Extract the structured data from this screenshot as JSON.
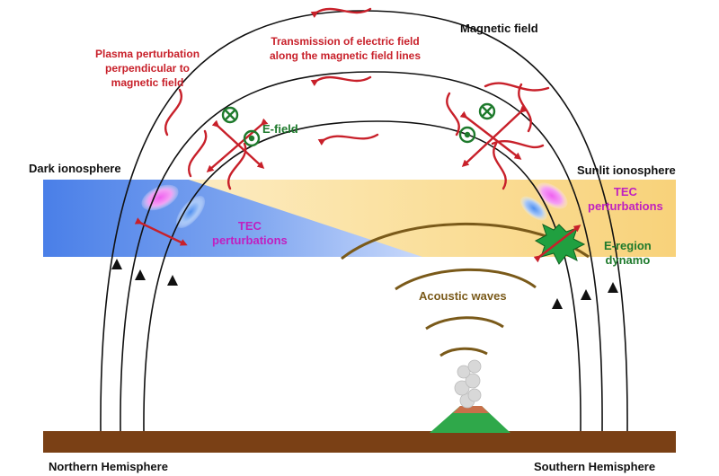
{
  "labels": {
    "magnetic_field": "Magnetic field",
    "transmission": "Transmission of electric field\nalong the magnetic field lines",
    "plasma_perturbation": "Plasma perturbation\nperpendicular to\nmagnetic field",
    "e_field": "E-field",
    "dark_ionosphere": "Dark ionosphere",
    "sunlit_ionosphere": "Sunlit ionosphere",
    "tec_left": "TEC\nperturbations",
    "tec_right": "TEC\nperturbations",
    "e_region": "E-region\ndynamo",
    "acoustic_waves": "Acoustic waves",
    "northern": "Northern Hemisphere",
    "southern": "Southern Hemisphere"
  },
  "colors": {
    "field_line": "#111111",
    "perturbation_red": "#c8202a",
    "dark_blue": "#3a6fe0",
    "sunlit_yellow": "#f8d27a",
    "acoustic": "#7a5a1a",
    "ground": "#7a4015",
    "tec_magenta": "#e040e0",
    "e_field_green": "#1e7a2c",
    "dynamo_green": "#20a040"
  },
  "icons": [
    "volcano-icon",
    "eruption-plume-icon",
    "e-field-into-page-icon",
    "e-field-out-of-page-icon",
    "dynamo-burst-icon"
  ]
}
